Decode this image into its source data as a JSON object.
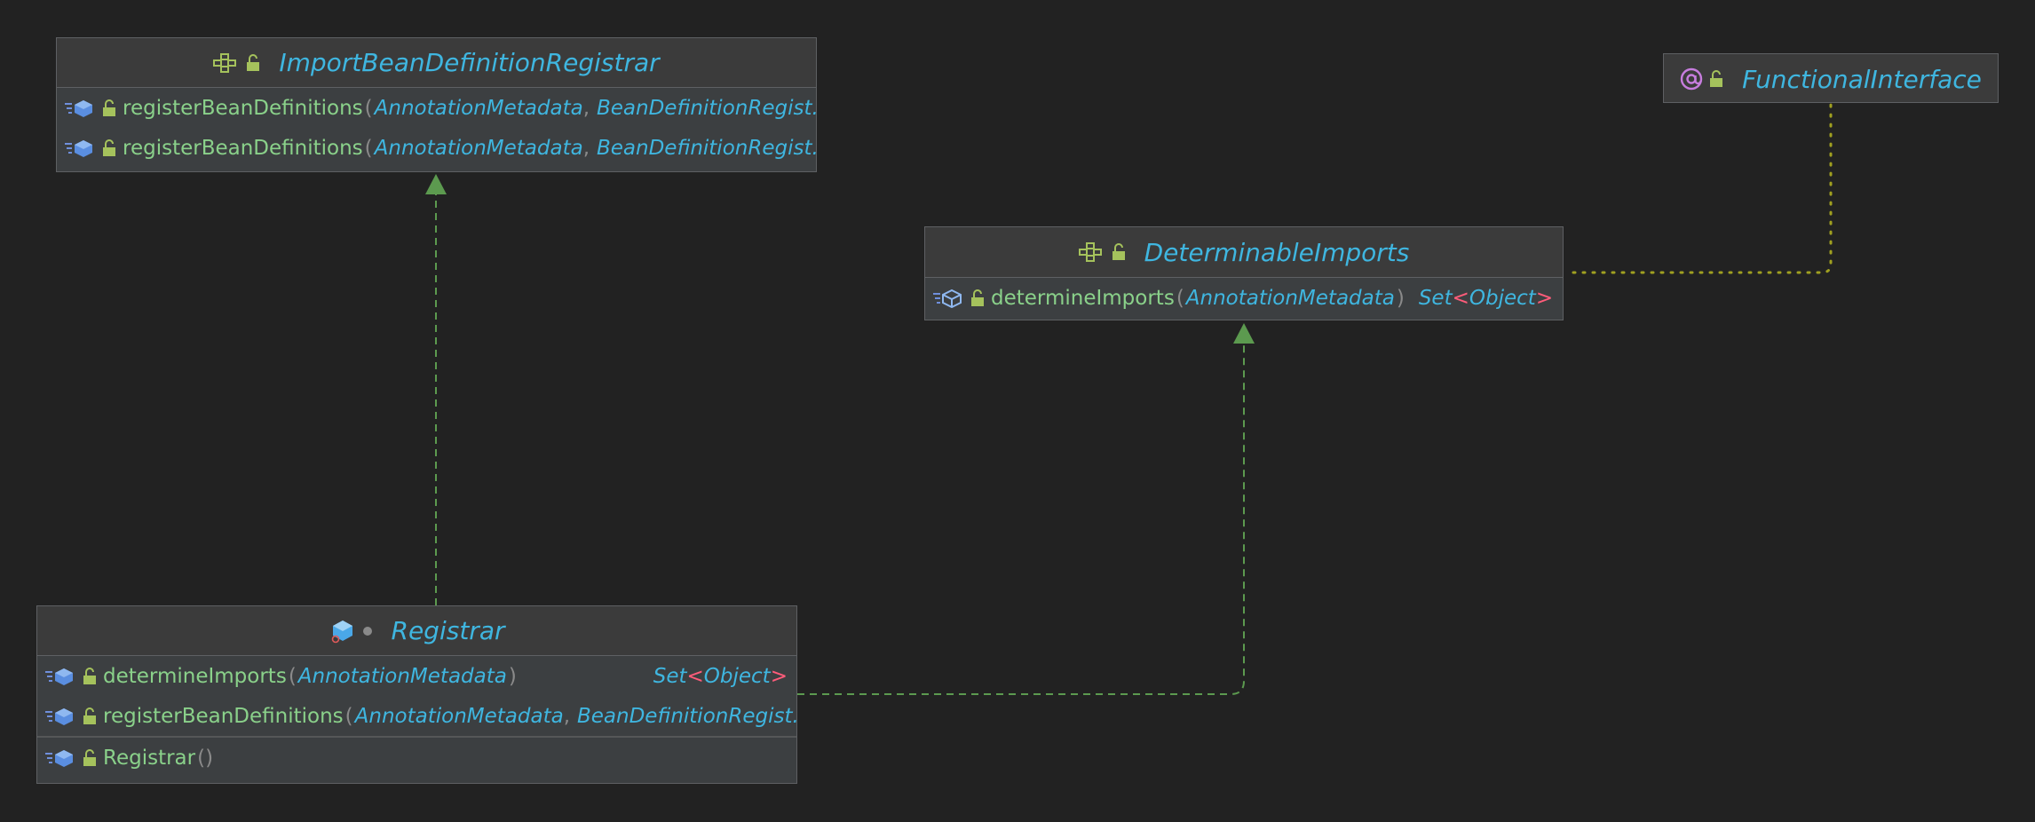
{
  "colors": {
    "background": "#222222",
    "node_fill": "#3c3f41",
    "node_border": "#5e6063",
    "title": "#3fb6e0",
    "method_name": "#8ad18a",
    "param_type": "#3fb6e0",
    "generic_angle": "#ff5c7a",
    "implements_edge": "#5c9a4f",
    "annotation_edge": "#a0a020",
    "annotation_icon": "#c77dde",
    "lock_icon": "#a5c25c"
  },
  "nodes": {
    "import_registrar": {
      "title": "ImportBeanDefinitionRegistrar",
      "icon": "interface-icon",
      "methods": [
        {
          "name": "registerBeanDefinitions",
          "p1": "AnnotationMetadata",
          "p2": "BeanDefinitionRegist..."
        },
        {
          "name": "registerBeanDefinitions",
          "p1": "AnnotationMetadata",
          "p2": "BeanDefinitionRegist..."
        }
      ]
    },
    "determinable": {
      "title": "DeterminableImports",
      "icon": "interface-icon",
      "methods": [
        {
          "name": "determineImports",
          "p1": "AnnotationMetadata",
          "ret_base": "Set",
          "ret_lt": "<",
          "ret_arg": "Object",
          "ret_gt": ">"
        }
      ]
    },
    "functional": {
      "title": "FunctionalInterface",
      "icon": "annotation-icon"
    },
    "registrar": {
      "title": "Registrar",
      "icon": "class-icon",
      "methods": [
        {
          "name": "determineImports",
          "p1": "AnnotationMetadata",
          "ret_base": "Set",
          "ret_lt": "<",
          "ret_arg": "Object",
          "ret_gt": ">"
        },
        {
          "name": "registerBeanDefinitions",
          "p1": "AnnotationMetadata",
          "p2": "BeanDefinitionRegist..."
        }
      ],
      "constructors": [
        {
          "name": "Registrar",
          "parens": "()"
        }
      ]
    }
  },
  "edges": [
    {
      "from": "registrar",
      "to": "import_registrar",
      "kind": "implements"
    },
    {
      "from": "registrar",
      "to": "determinable",
      "kind": "implements"
    },
    {
      "from": "determinable",
      "to": "functional",
      "kind": "annotated-by"
    }
  ],
  "punct": {
    "open": "(",
    "close": ")",
    "comma": ","
  }
}
